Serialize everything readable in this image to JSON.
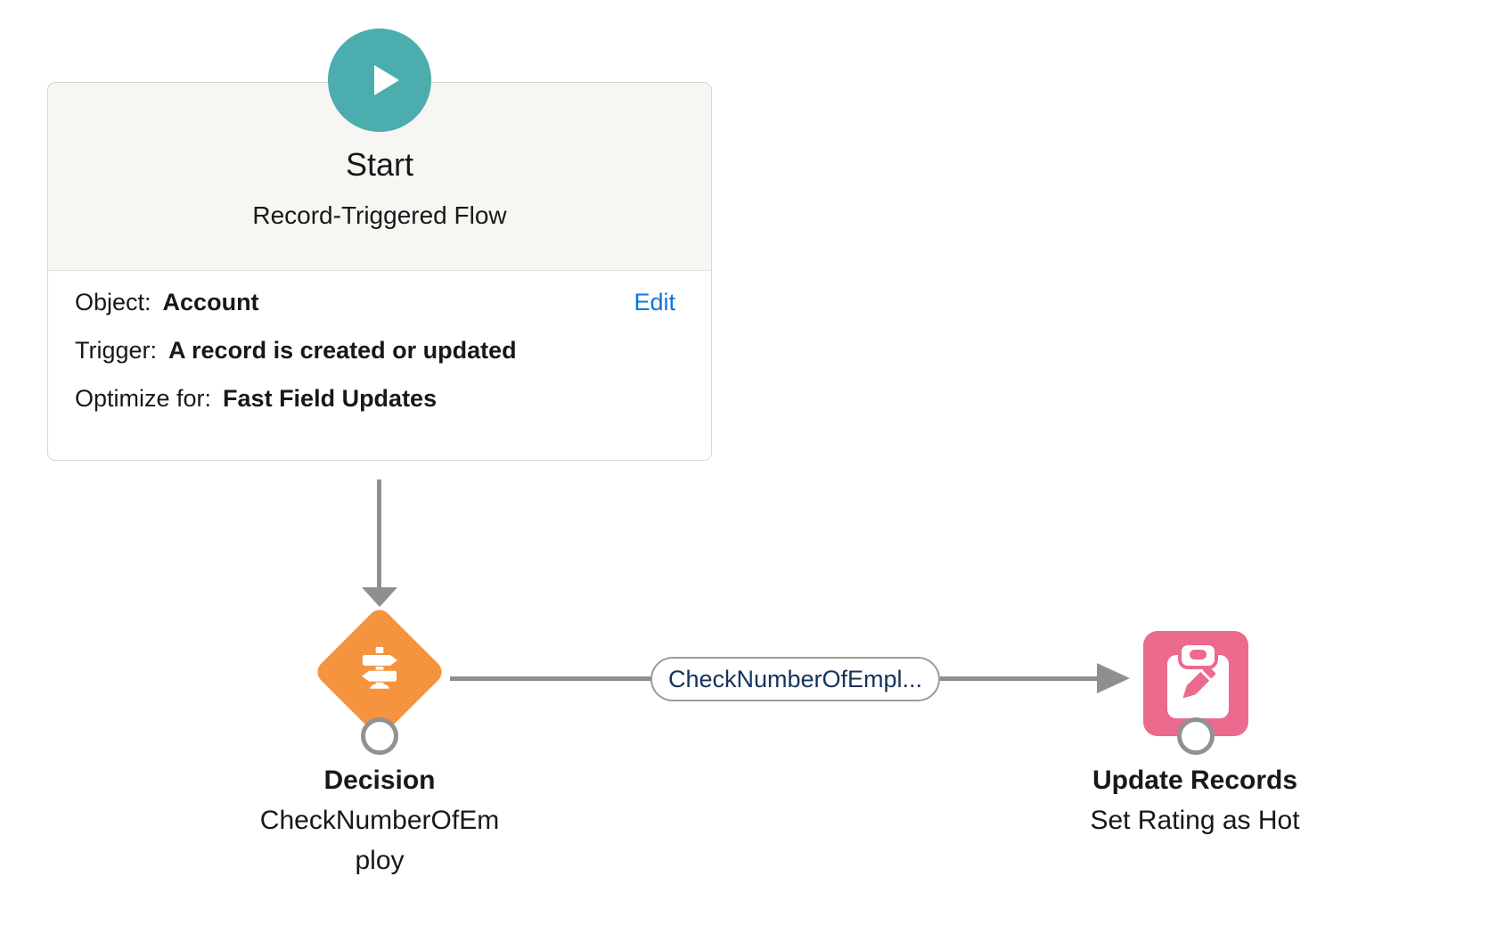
{
  "start_node": {
    "title": "Start",
    "subtitle": "Record-Triggered Flow",
    "edit_label": "Edit",
    "fields": [
      {
        "label": "Object:",
        "value": "Account"
      },
      {
        "label": "Trigger:",
        "value": "A record is created or updated"
      },
      {
        "label": "Optimize for:",
        "value": "Fast Field Updates"
      }
    ],
    "accent_color": "#4badad",
    "icon": "play-icon"
  },
  "decision_node": {
    "type_label": "Decision",
    "name_line1": "CheckNumberOfEm",
    "name_line2": "ploy",
    "color": "#f6933f",
    "icon": "signpost-icon"
  },
  "outcome_connector": {
    "label": "CheckNumberOfEmpl...",
    "text_color": "#16325c",
    "line_color": "#8f8f8f"
  },
  "update_node": {
    "type_label": "Update Records",
    "name": "Set Rating as Hot",
    "color": "#ec6a8e",
    "icon": "clipboard-pencil-icon"
  }
}
